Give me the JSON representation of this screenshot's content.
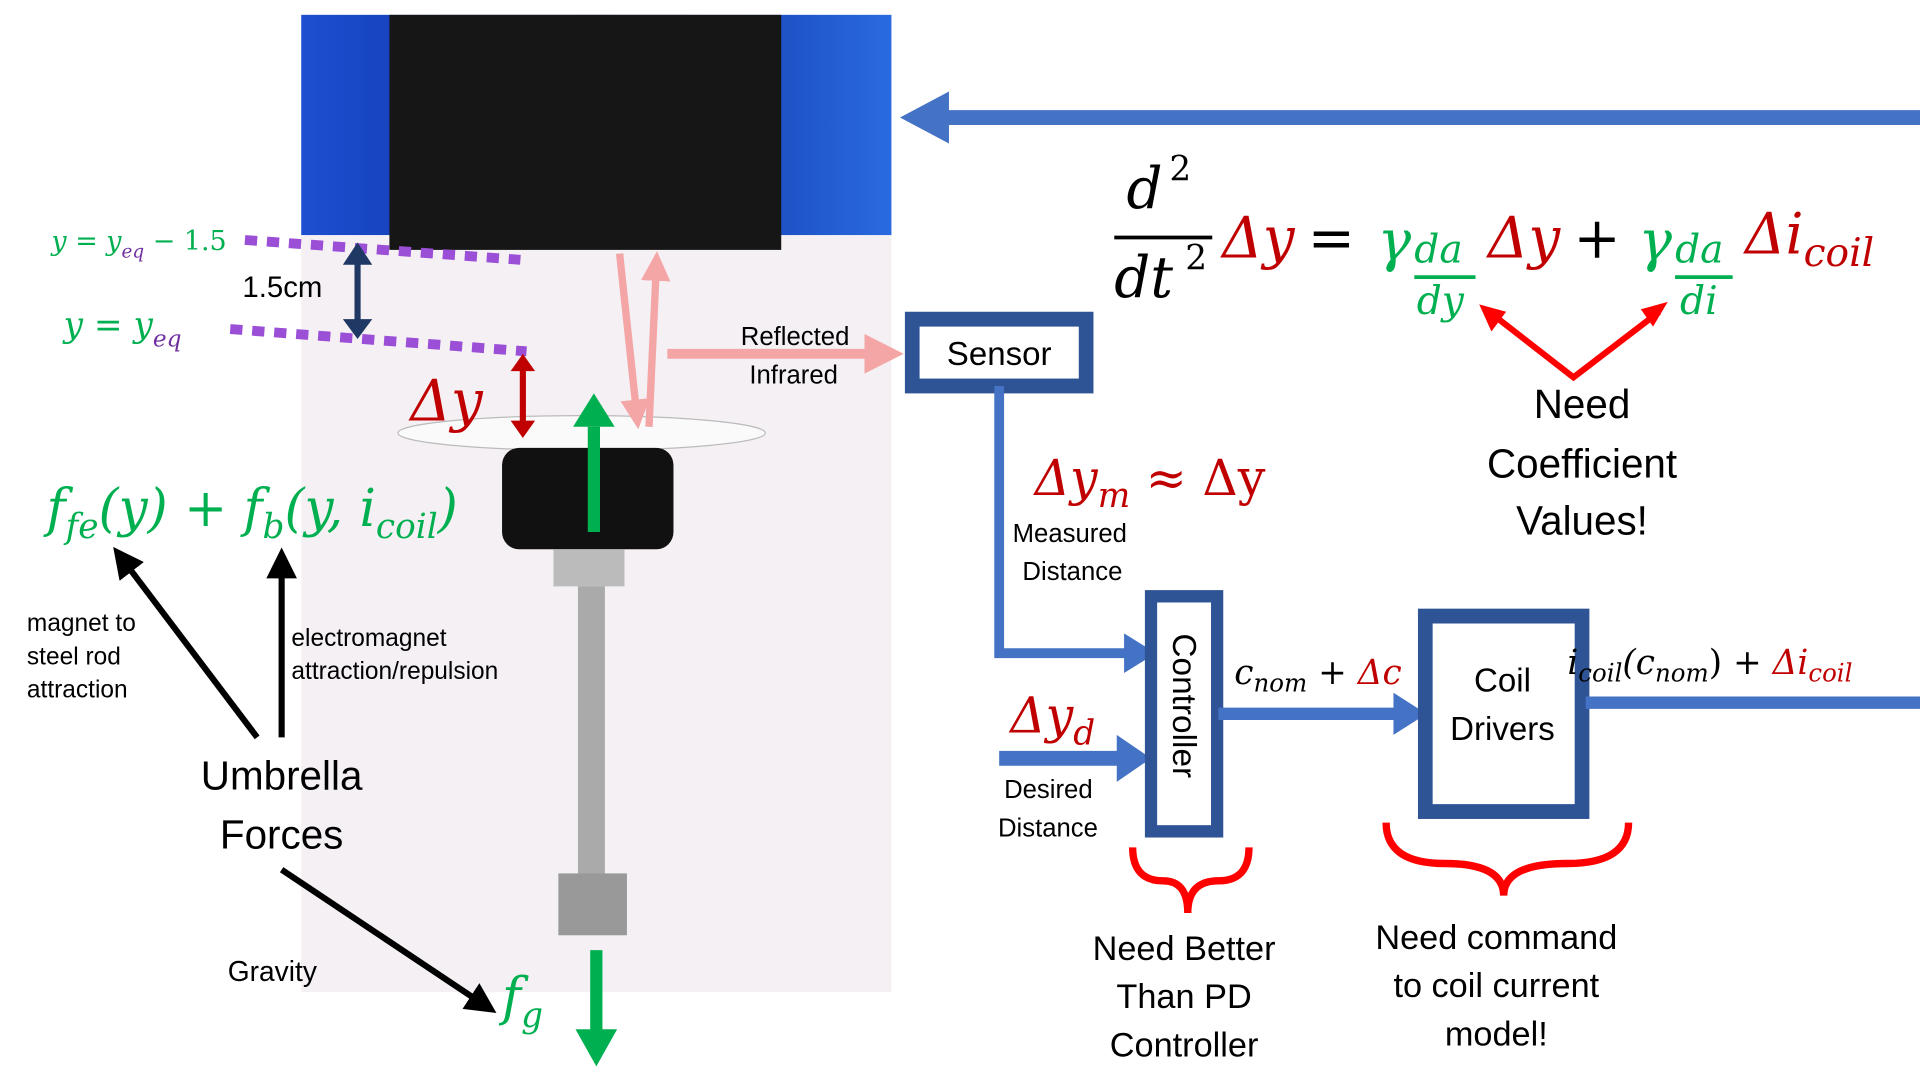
{
  "colors": {
    "blue": "#4472c4",
    "navy": "#2f5496",
    "red": "#c00000",
    "brightred": "#ff0000",
    "green": "#00b050",
    "purple": "#9b4fd6",
    "pink": "#f4a6a6"
  },
  "labels": {
    "y_eq_minus": "y = y",
    "y_eq_minus_sub": "eq",
    "y_eq_minus_tail": " − 1.5",
    "y_eq": "y = y",
    "y_eq_sub": "eq",
    "gap": "1.5cm",
    "delta_y": "Δy",
    "reflected": "Reflected",
    "infrared": "Infrared",
    "sensor": "Sensor",
    "controller": "Controller",
    "coil": "Coil",
    "drivers": "Drivers",
    "dym": "Δy",
    "dym_sub": "m",
    "dym_tail": " ≈ Δy",
    "measured": "Measured",
    "distance1": "Distance",
    "dyd": "Δy",
    "dyd_sub": "d",
    "desired": "Desired",
    "distance2": "Distance",
    "cnom": "c",
    "cnom_sub": "nom",
    "cnom_plus": " + ",
    "dc": "Δc",
    "icoil": "i",
    "icoil_sub": "coil",
    "icoil_arg": "(c",
    "icoil_arg_sub": "nom",
    "icoil_close": ") + ",
    "dicoil": "Δi",
    "dicoil_sub": "coil",
    "need": "Need",
    "coefficient": "Coefficient",
    "values": "Values!",
    "nb1": "Need Better",
    "nb2": "Than PD",
    "nb3": "Controller",
    "nc1": "Need command",
    "nc2": "to coil current",
    "nc3": "model!",
    "magnet1": "magnet to",
    "magnet2": "steel rod",
    "magnet3": "attraction",
    "em1": "electromagnet",
    "em2": "attraction/repulsion",
    "umbrella": "Umbrella",
    "forces": "Forces",
    "gravity": "Gravity",
    "ffe": "f",
    "ffe_sub": "fe",
    "ffe_rest": "(y) + ",
    "fb": "f",
    "fb_sub": "b",
    "fb_rest": "(y, i",
    "fb_sub2": "coil",
    "fb_close": ")",
    "fg": "f",
    "fg_sub": "g"
  },
  "equation": {
    "d2": "d",
    "sup2": "2",
    "dt2": "dt",
    "dy": "Δy",
    "eq": " = ",
    "gamma": "γ",
    "da": "da",
    "dyden": "dy",
    "plus": " + ",
    "dy2": "Δy",
    "gamma2": "γ",
    "da2": "da",
    "diden": "di",
    "di": "Δi",
    "coil": "coil"
  }
}
